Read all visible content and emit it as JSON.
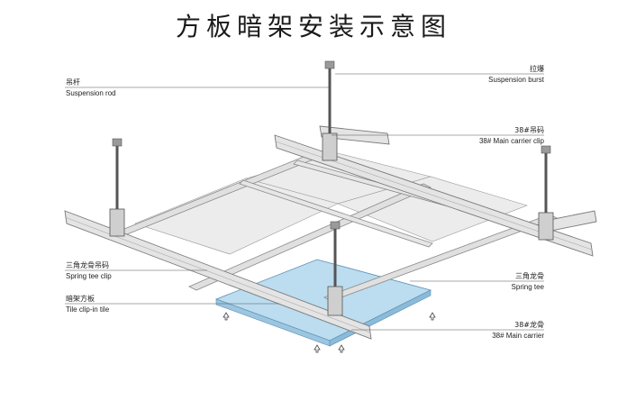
{
  "title": "方板暗架安装示意图",
  "labels": {
    "suspension_rod": {
      "zh": "吊杆",
      "en": "Suspension rod"
    },
    "suspension_burst": {
      "zh": "拉爆",
      "en": "Suspension burst"
    },
    "carrier_clip": {
      "zh": "38#吊码",
      "en": "38# Main carrier clip"
    },
    "spring_tee_clip": {
      "zh": "三角龙骨吊码",
      "en": "Spring tee clip"
    },
    "spring_tee": {
      "zh": "三角龙骨",
      "en": "Spring tee"
    },
    "tile": {
      "zh": "暗架方板",
      "en": "Tile clip-in tile"
    },
    "main_carrier": {
      "zh": "38#龙骨",
      "en": "38#  Main carrier"
    }
  },
  "colors": {
    "rail": "#e4e4e4",
    "rail_edge": "#8a8a8a",
    "panel": "#eeeeee",
    "tile": "#bcdcef",
    "rod": "#555555",
    "leader": "#555555"
  }
}
